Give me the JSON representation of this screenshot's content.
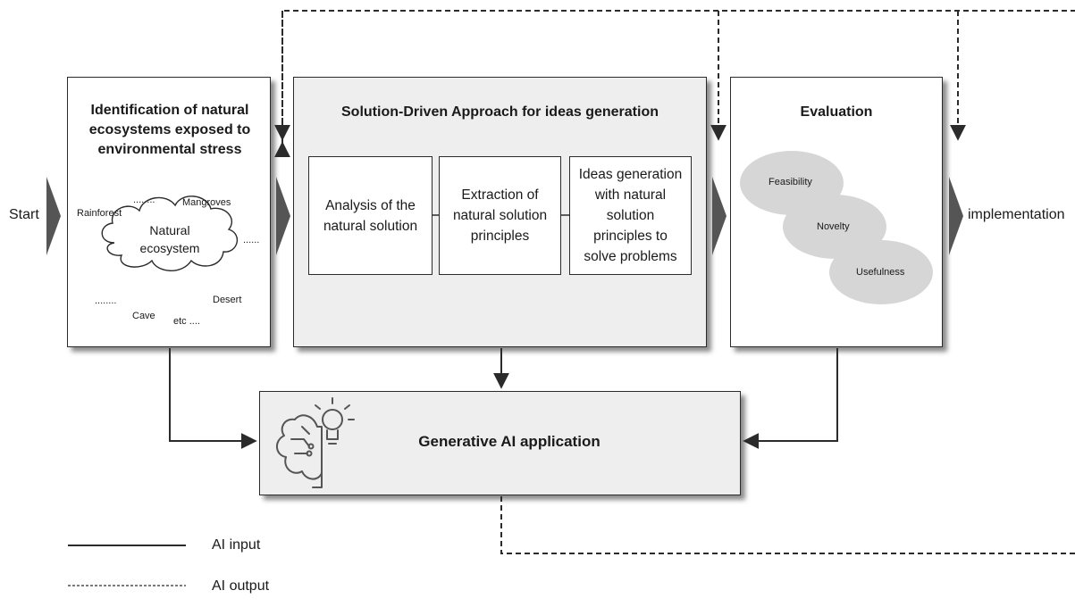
{
  "flow": {
    "start": "Start",
    "end": "implementation"
  },
  "stage1": {
    "title": "Identification of natural ecosystems exposed to environmental stress",
    "cloud_label": "Natural ecosystem",
    "examples": {
      "rainforest": "Rainforest",
      "mangroves": "Mangroves",
      "desert": "Desert",
      "cave": "Cave",
      "etc": "etc ....",
      "dots_top": "........",
      "dots_right": "......",
      "dots_left": "........"
    }
  },
  "stage2": {
    "title": "Solution-Driven Approach for ideas generation",
    "steps": [
      "Analysis of the natural solution",
      "Extraction of natural solution principles",
      "Ideas generation with natural solution principles to solve problems"
    ]
  },
  "stage3": {
    "title": "Evaluation",
    "criteria": [
      "Feasibility",
      "Novelty",
      "Usefulness"
    ]
  },
  "ai_box": {
    "title": "Generative AI application",
    "icon": "brain-lightbulb-icon"
  },
  "legend": {
    "solid": "AI input",
    "dashed": "AI output"
  },
  "colors": {
    "stroke": "#2b2b2b",
    "box_fill": "#eeeeee",
    "ellipse_fill": "#d6d6d6",
    "chevron": "#555555"
  }
}
